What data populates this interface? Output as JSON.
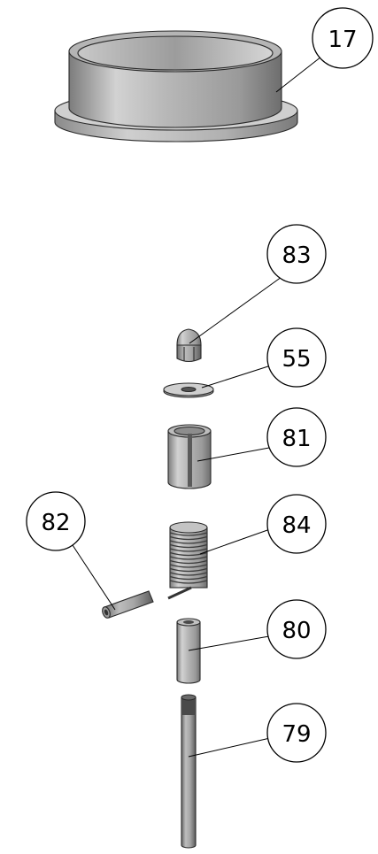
{
  "callouts": {
    "c17": "17",
    "c83": "83",
    "c55": "55",
    "c81": "81",
    "c82": "82",
    "c84": "84",
    "c80": "80",
    "c79": "79"
  }
}
